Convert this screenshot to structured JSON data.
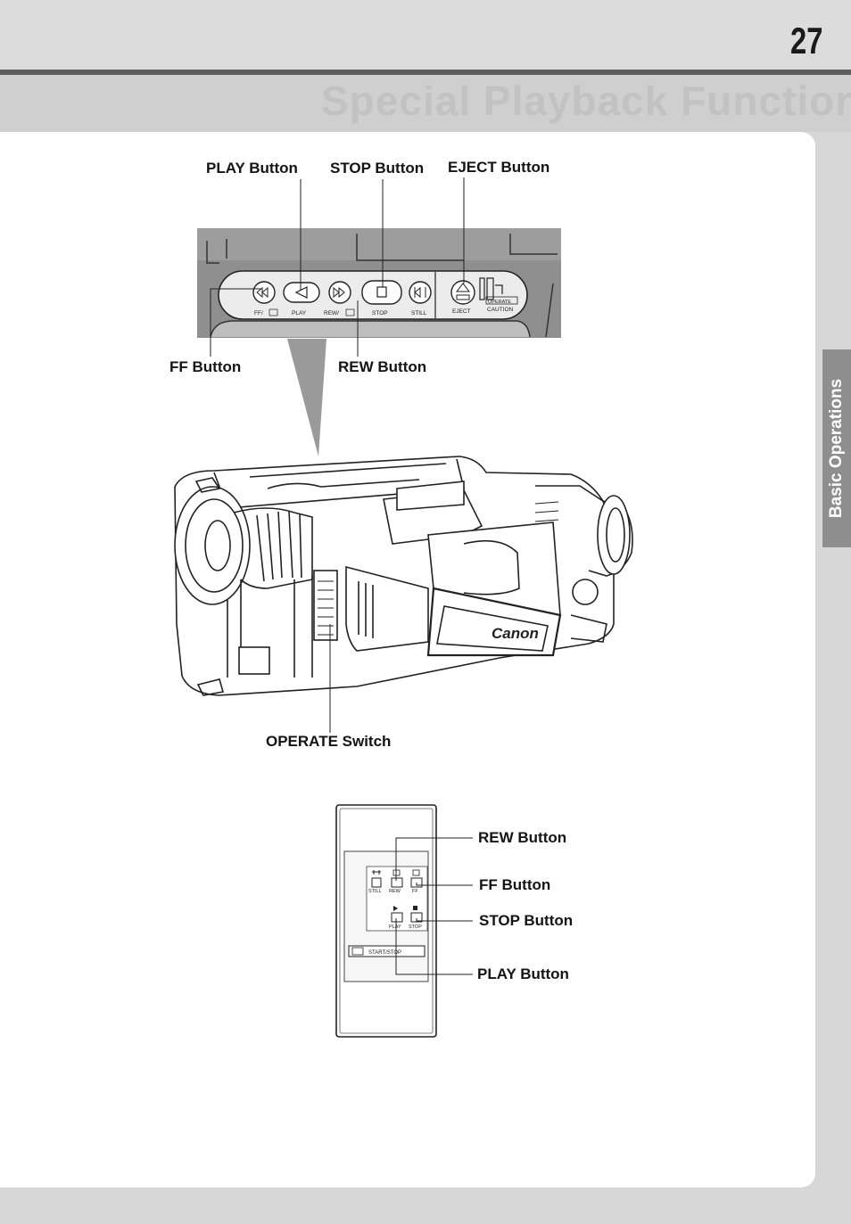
{
  "page": {
    "number": "27",
    "header_ghost_text": "Special Playback Functions",
    "side_tab_label": "Basic Operations"
  },
  "panel_diagram": {
    "callouts": {
      "play": "PLAY Button",
      "stop": "STOP Button",
      "eject": "EJECT Button",
      "ff": "FF Button",
      "rew": "REW Button"
    },
    "panel_labels": {
      "ff": "FF/",
      "play": "PLAY",
      "rew": "REW/",
      "stop": "STOP",
      "still": "STILL",
      "eject": "EJECT",
      "operate": "OPERATE",
      "caution": "CAUTION"
    }
  },
  "camera_diagram": {
    "callout_operate": "OPERATE Switch",
    "brand_logo_text": "Canon"
  },
  "remote_diagram": {
    "callouts": {
      "rew": "REW Button",
      "ff": "FF Button",
      "stop": "STOP Button",
      "play": "PLAY Button"
    },
    "labels": {
      "still": "STILL",
      "rew": "REW",
      "ff": "FF",
      "play": "PLAY",
      "stop": "STOP",
      "start_stop": "START/STOP"
    }
  }
}
